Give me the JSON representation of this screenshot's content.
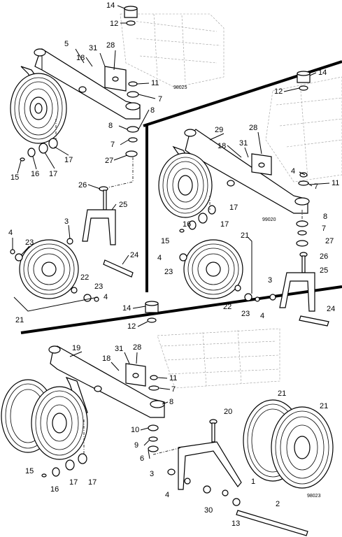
{
  "figure_codes": {
    "top_left": "98025",
    "right": "99020",
    "bottom": "98023"
  },
  "callouts": {
    "top_left": [
      "14",
      "12",
      "5",
      "31",
      "18",
      "28",
      "11",
      "7",
      "8",
      "8",
      "7",
      "27",
      "15",
      "16",
      "17",
      "17",
      "26",
      "25",
      "3",
      "4",
      "23",
      "24",
      "22",
      "23",
      "4",
      "21"
    ],
    "right": [
      "14",
      "12",
      "29",
      "28",
      "18",
      "31",
      "4",
      "7",
      "11",
      "17",
      "16",
      "17",
      "8",
      "15",
      "7",
      "27",
      "21",
      "4",
      "23",
      "26",
      "25",
      "24",
      "3",
      "22",
      "23",
      "4"
    ],
    "bottom": [
      "14",
      "12",
      "19",
      "31",
      "28",
      "18",
      "11",
      "7",
      "8",
      "10",
      "9",
      "6",
      "20",
      "21",
      "21",
      "15",
      "16",
      "17",
      "17",
      "3",
      "4",
      "1",
      "30",
      "2",
      "13"
    ]
  }
}
